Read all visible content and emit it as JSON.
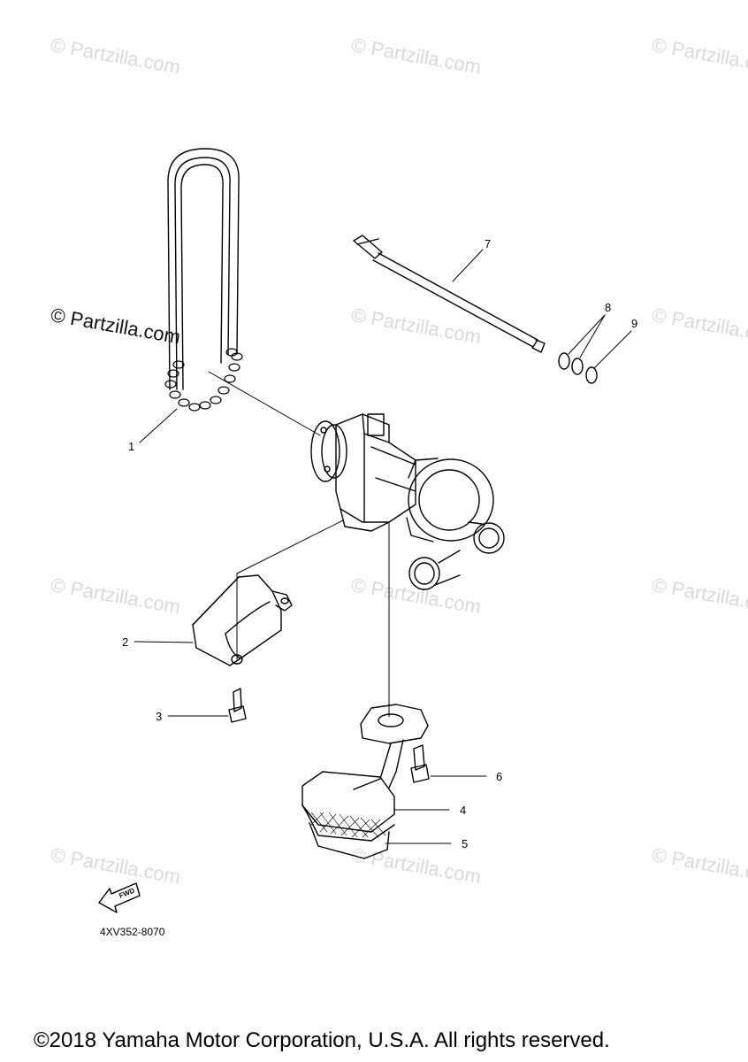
{
  "watermark": {
    "text": "© Partzilla.com"
  },
  "callouts": {
    "c1": "1",
    "c2": "2",
    "c3": "3",
    "c4": "4",
    "c5": "5",
    "c6": "6",
    "c7": "7",
    "c8": "8",
    "c9": "9"
  },
  "fwd_label": "FWD",
  "diagram_code": "4XV352-8070",
  "copyright": "©2018 Yamaha Motor Corporation, U.S.A. All rights reserved."
}
